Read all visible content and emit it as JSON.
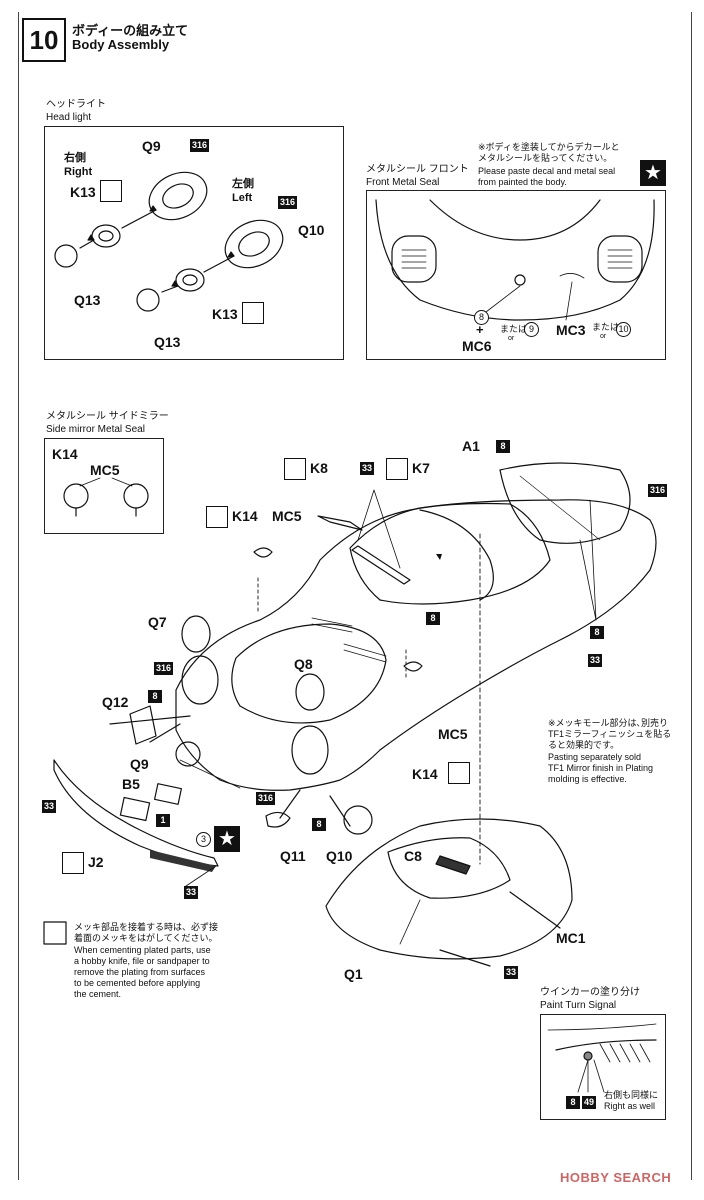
{
  "step": {
    "number": "10",
    "title_jp": "ボディーの組み立て",
    "title_en": "Body Assembly"
  },
  "headlight": {
    "title_jp": "ヘッドライト",
    "title_en": "Head light",
    "right_jp": "右側",
    "right_en": "Right",
    "left_jp": "左側",
    "left_en": "Left",
    "parts": [
      "Q9",
      "K13",
      "Q13",
      "Q10",
      "K13",
      "Q13"
    ],
    "tag": "316"
  },
  "front_seal": {
    "title_jp": "メタルシール フロント",
    "title_en": "Front Metal Seal",
    "note_jp_1": "※ボディを塗装してからデカールと",
    "note_jp_2": "メタルシールを貼ってください。",
    "note_en_1": "Please paste decal and metal seal",
    "note_en_2": "from painted the body.",
    "mc6": "MC6",
    "mc3": "MC3",
    "num8": "8",
    "num9": "9",
    "num10": "10",
    "plus": "+",
    "or_jp": "または",
    "or_en": "or"
  },
  "side_mirror": {
    "title_jp": "メタルシール サイドミラー",
    "title_en": "Side mirror Metal Seal",
    "k14": "K14",
    "mc5": "MC5"
  },
  "main": {
    "labels": {
      "a1": "A1",
      "k8": "K8",
      "k7": "K7",
      "k14_top": "K14",
      "mc5_top": "MC5",
      "q7": "Q7",
      "q8": "Q8",
      "q12": "Q12",
      "q9": "Q9",
      "b5": "B5",
      "j2": "J2",
      "q11": "Q11",
      "q10": "Q10",
      "mc5_side": "MC5",
      "k14_side": "K14",
      "c8": "C8",
      "mc1": "MC1",
      "q1": "Q1",
      "num3": "3",
      "one": "1"
    },
    "tags": {
      "t8": "8",
      "t33": "33",
      "t316": "316"
    }
  },
  "plating_note": {
    "jp_1": "※メッキモール部分は､別売り",
    "jp_2": "TF1ミラーフィニッシュを貼る",
    "jp_3": "ると効果的です。",
    "en_1": "Pasting separately sold",
    "en_2": "TF1 Mirror finish in Plating",
    "en_3": "molding is effective."
  },
  "cement_note": {
    "jp_1": "メッキ部品を接着する時は、必ず接",
    "jp_2": "着面のメッキをはがしてください。",
    "en_1": "When cementing plated parts, use",
    "en_2": "a hobby knife, file or sandpaper to",
    "en_3": "remove the plating from surfaces",
    "en_4": "to be cemented before applying",
    "en_5": "the cement."
  },
  "turn_signal": {
    "title_jp": "ウインカーの塗り分け",
    "title_en": "Paint Turn Signal",
    "tag8": "8",
    "tag49": "49",
    "same_jp": "右側も同様に",
    "same_en": "Right as well"
  },
  "watermark": "HOBBY SEARCH"
}
